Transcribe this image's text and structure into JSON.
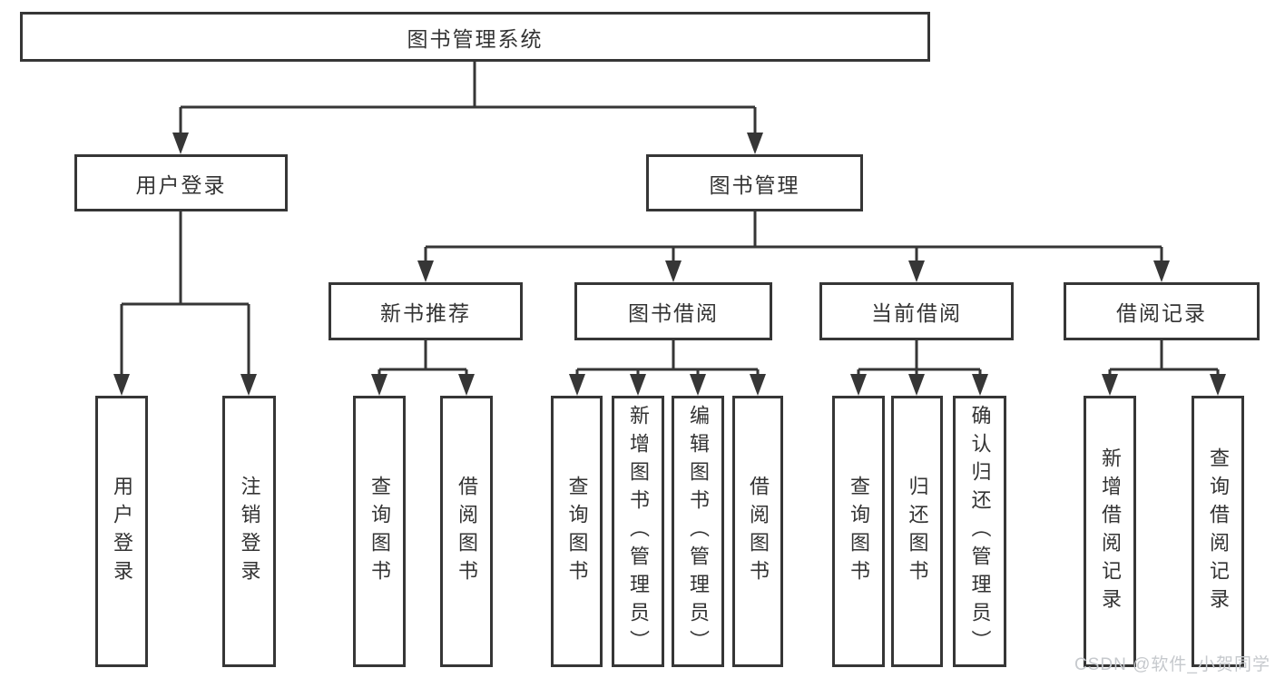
{
  "tree": {
    "label": "图书管理系统",
    "children": [
      {
        "label": "用户登录",
        "children": [
          {
            "label": "用户登录"
          },
          {
            "label": "注销登录"
          }
        ]
      },
      {
        "label": "图书管理",
        "children": [
          {
            "label": "新书推荐",
            "children": [
              {
                "label": "查询图书"
              },
              {
                "label": "借阅图书"
              }
            ]
          },
          {
            "label": "图书借阅",
            "children": [
              {
                "label": "查询图书"
              },
              {
                "label": "新增图书（管理员）"
              },
              {
                "label": "编辑图书（管理员）"
              },
              {
                "label": "借阅图书"
              }
            ]
          },
          {
            "label": "当前借阅",
            "children": [
              {
                "label": "查询图书"
              },
              {
                "label": "归还图书"
              },
              {
                "label": "确认归还（管理员）"
              }
            ]
          },
          {
            "label": "借阅记录",
            "children": [
              {
                "label": "新增借阅记录"
              },
              {
                "label": "查询借阅记录"
              }
            ]
          }
        ]
      }
    ]
  },
  "watermark": {
    "text": "CSDN @软件_小贺同学"
  },
  "colors": {
    "line": "#363636",
    "text": "#333333",
    "watermark": "#c6c9cd",
    "background": "#ffffff"
  }
}
